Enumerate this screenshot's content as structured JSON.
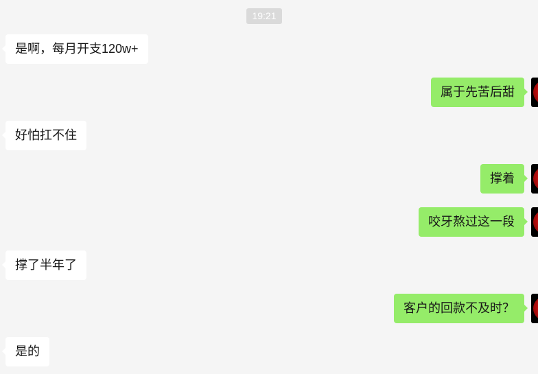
{
  "timestamp": "19:21",
  "colors": {
    "background": "#f5f5f5",
    "incoming_bubble": "#ffffff",
    "outgoing_bubble": "#95ec69",
    "timestamp_badge": "#dadada"
  },
  "avatar_icon": "red-ball-avatar",
  "messages": [
    {
      "side": "incoming",
      "text": "是啊，每月开支120w+"
    },
    {
      "side": "outgoing",
      "text": "属于先苦后甜"
    },
    {
      "side": "incoming",
      "text": "好怕扛不住"
    },
    {
      "side": "outgoing",
      "text": "撑着"
    },
    {
      "side": "outgoing",
      "text": "咬牙熬过这一段"
    },
    {
      "side": "incoming",
      "text": "撑了半年了"
    },
    {
      "side": "outgoing",
      "text": "客户的回款不及时？"
    },
    {
      "side": "incoming",
      "text": "是的"
    }
  ]
}
